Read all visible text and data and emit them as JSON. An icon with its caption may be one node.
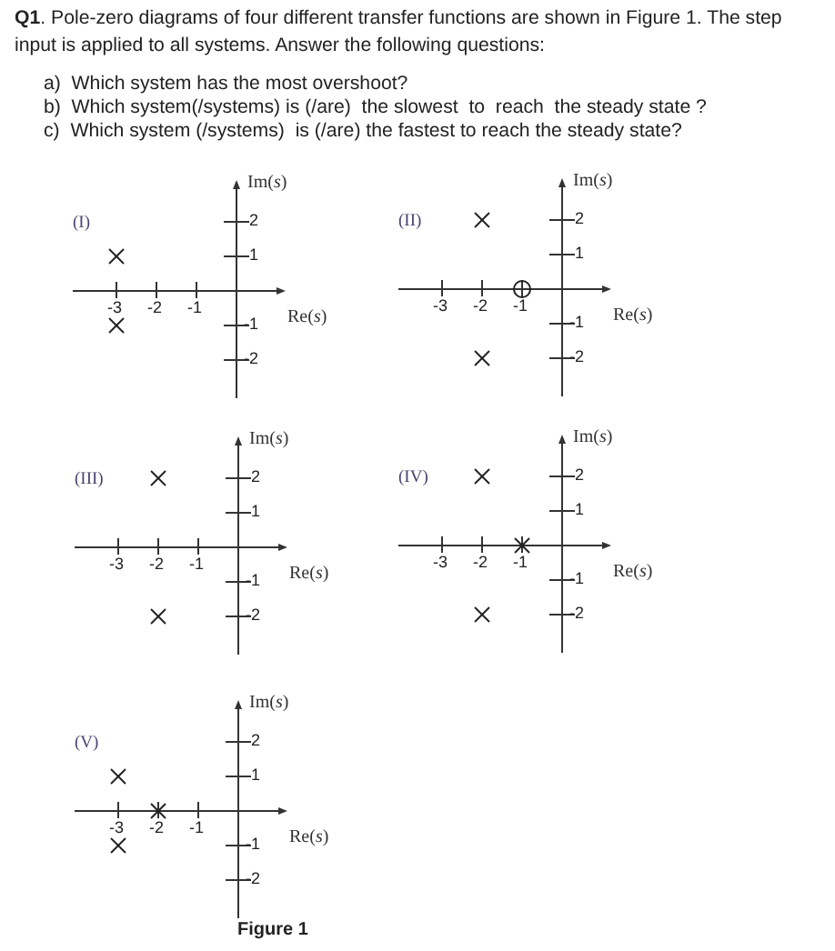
{
  "diagram": {
    "caption": "Figure 1",
    "labels": [
      "**Q1**. Pole-zero diagrams of four different transfer functions are shown in Figure 1.  The step input is applied to all systems.  Answer the following questions:",
      "a)  Which system has the most overshoot?",
      "b)  Which system(/systems) is (/are)  the slowest  to  reach  the steady state ?",
      "c)  Which system (/systems)  is (/are) the fastest to reach the steady state?"
    ],
    "chart_data": [
      {
        "type": "scatter",
        "title": "(I)",
        "xlabel": "Re(*s*)",
        "ylabel": "Im(*s*)",
        "xlim": [
          -4,
          1
        ],
        "ylim": [
          -3,
          3
        ],
        "xticks": [
          -3,
          -2,
          -1
        ],
        "yticks": [
          -2,
          -1,
          1,
          2
        ],
        "x": [
          -3,
          -3
        ],
        "series": [
          {
            "color": "#222222",
            "values": [
              1,
              -1
            ]
          }
        ]
      },
      {
        "type": "scatter",
        "title": "(II)",
        "xlabel": "Re(*s*)",
        "ylabel": "Im(*s*)",
        "xlim": [
          -4,
          1
        ],
        "ylim": [
          -3,
          3
        ],
        "xticks": [
          -3,
          -2,
          -1
        ],
        "yticks": [
          -2,
          -1,
          1,
          2
        ],
        "x": [
          -2,
          -2,
          -1
        ],
        "series": [
          {
            "color": "#222222",
            "values": [
              2,
              -2,
              null
            ]
          },
          {
            "color": "#222222",
            "values": [
              null,
              null,
              0
            ]
          }
        ]
      },
      {
        "type": "scatter",
        "title": "(III)",
        "xlabel": "Re(*s*)",
        "ylabel": "Im(*s*)",
        "xlim": [
          -4,
          1
        ],
        "ylim": [
          -3,
          3
        ],
        "xticks": [
          -3,
          -2,
          -1
        ],
        "yticks": [
          -2,
          -1,
          1,
          2
        ],
        "x": [
          -2,
          -2
        ],
        "series": [
          {
            "color": "#222222",
            "values": [
              2,
              -2
            ]
          }
        ]
      },
      {
        "type": "scatter",
        "title": "(IV)",
        "xlabel": "Re(*s*)",
        "ylabel": "Im(*s*)",
        "xlim": [
          -4,
          1
        ],
        "ylim": [
          -3,
          3
        ],
        "xticks": [
          -3,
          -2,
          -1
        ],
        "yticks": [
          -2,
          -1,
          1,
          2
        ],
        "x": [
          -2,
          -2,
          -1
        ],
        "series": [
          {
            "color": "#222222",
            "values": [
              2,
              -2,
              0
            ]
          }
        ]
      },
      {
        "type": "scatter",
        "title": "(V)",
        "xlabel": "Re(*s*)",
        "ylabel": "Im(*s*)",
        "xlim": [
          -4,
          1
        ],
        "ylim": [
          -3,
          3
        ],
        "xticks": [
          -3,
          -2,
          -1
        ],
        "yticks": [
          -2,
          -1,
          1,
          2
        ],
        "x": [
          -3,
          -3,
          -2
        ],
        "series": [
          {
            "color": "#222222",
            "values": [
              1,
              -1,
              0
            ]
          }
        ]
      }
    ]
  }
}
